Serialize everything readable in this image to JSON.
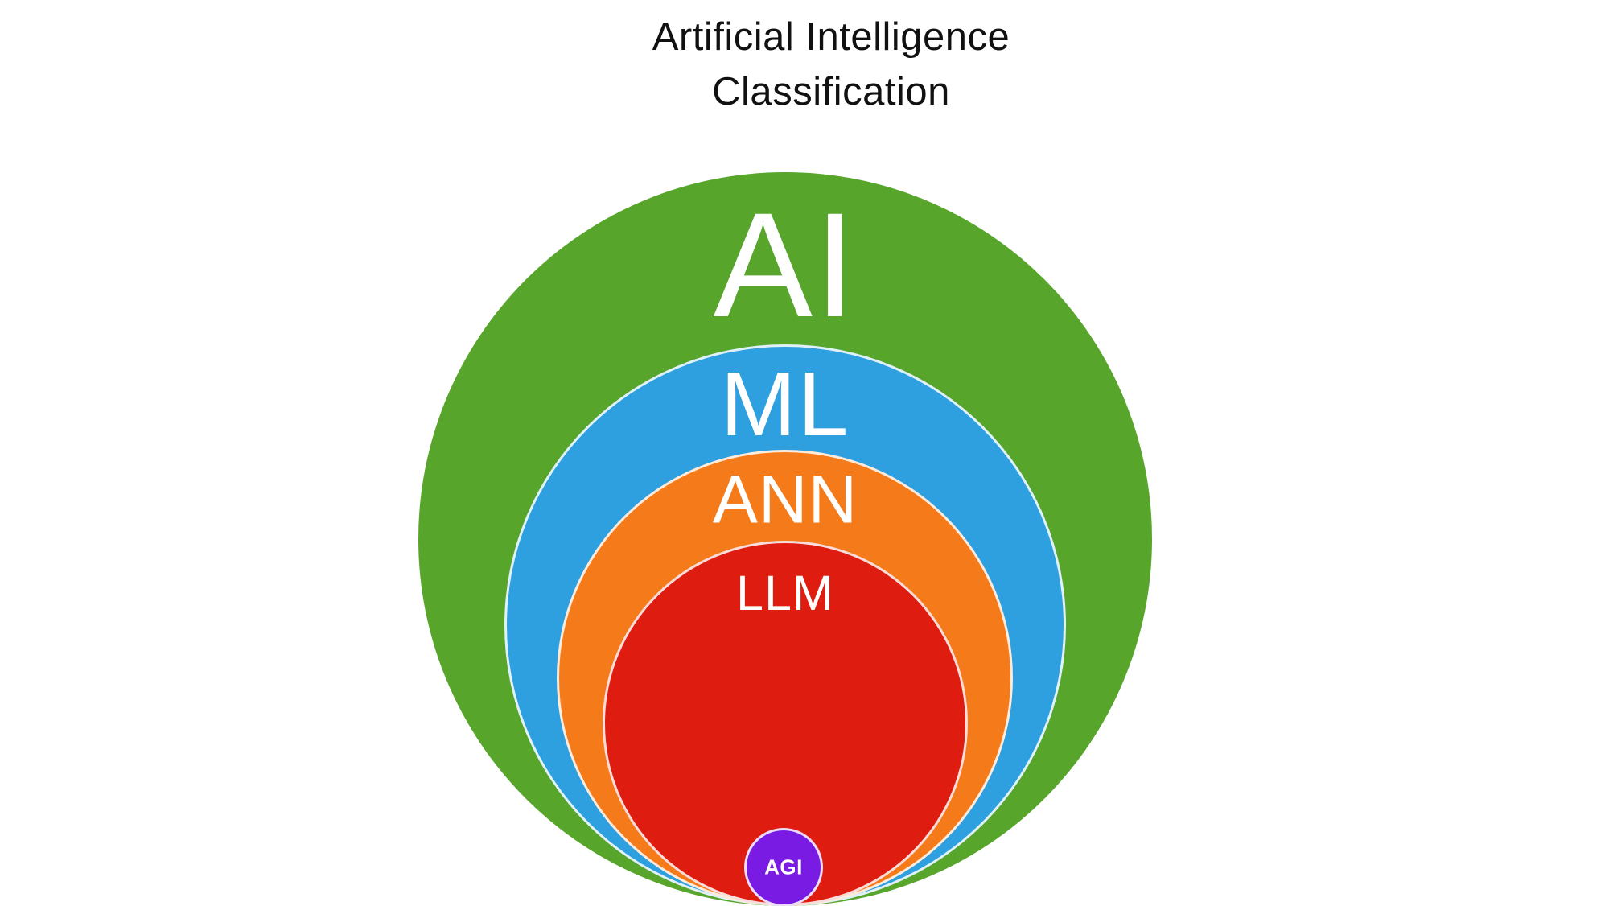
{
  "title": {
    "line1": "Artificial Intelligence",
    "line2": "Classification"
  },
  "diagram": {
    "type": "nested-circles",
    "hierarchy_outer_to_inner": [
      "AI",
      "ML",
      "ANN",
      "LLM",
      "AGI"
    ]
  },
  "sets": {
    "ai": {
      "label": "AI",
      "color": "#58a52c"
    },
    "ml": {
      "label": "ML",
      "color": "#2e9fdf"
    },
    "ann": {
      "label": "ANN",
      "color": "#f57b1a"
    },
    "llm": {
      "label": "LLM",
      "color": "#de1c0f"
    },
    "agi": {
      "label": "AGI",
      "color": "#7a1be4"
    }
  },
  "colors": {
    "background": "#ffffff",
    "title_text": "#111111",
    "label_text": "#ffffff"
  }
}
